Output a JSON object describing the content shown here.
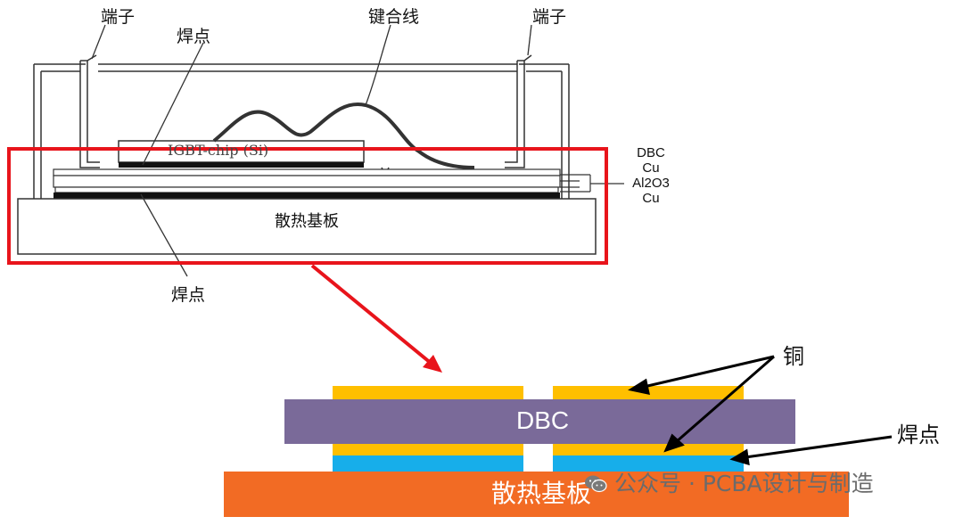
{
  "top_diagram": {
    "terminal_left": "端子",
    "terminal_right": "端子",
    "bond_wire": "键合线",
    "solder_top": "焊点",
    "solder_bottom": "焊点",
    "chip": "IGBT-chip (Si)",
    "heatsink": "散热基板",
    "layers": [
      "DBC",
      "Cu",
      "Al2O3",
      "Cu"
    ]
  },
  "bottom_diagram": {
    "dbc": "DBC",
    "heatsink": "散热基板",
    "copper": "铜",
    "solder": "焊点",
    "colors": {
      "copper": "#FFBF00",
      "dbc": "#7A6A99",
      "solder": "#17AEEA",
      "heatsink": "#F26B24",
      "highlight": "#E8141B"
    }
  },
  "watermark": "公众号 · PCBA设计与制造"
}
